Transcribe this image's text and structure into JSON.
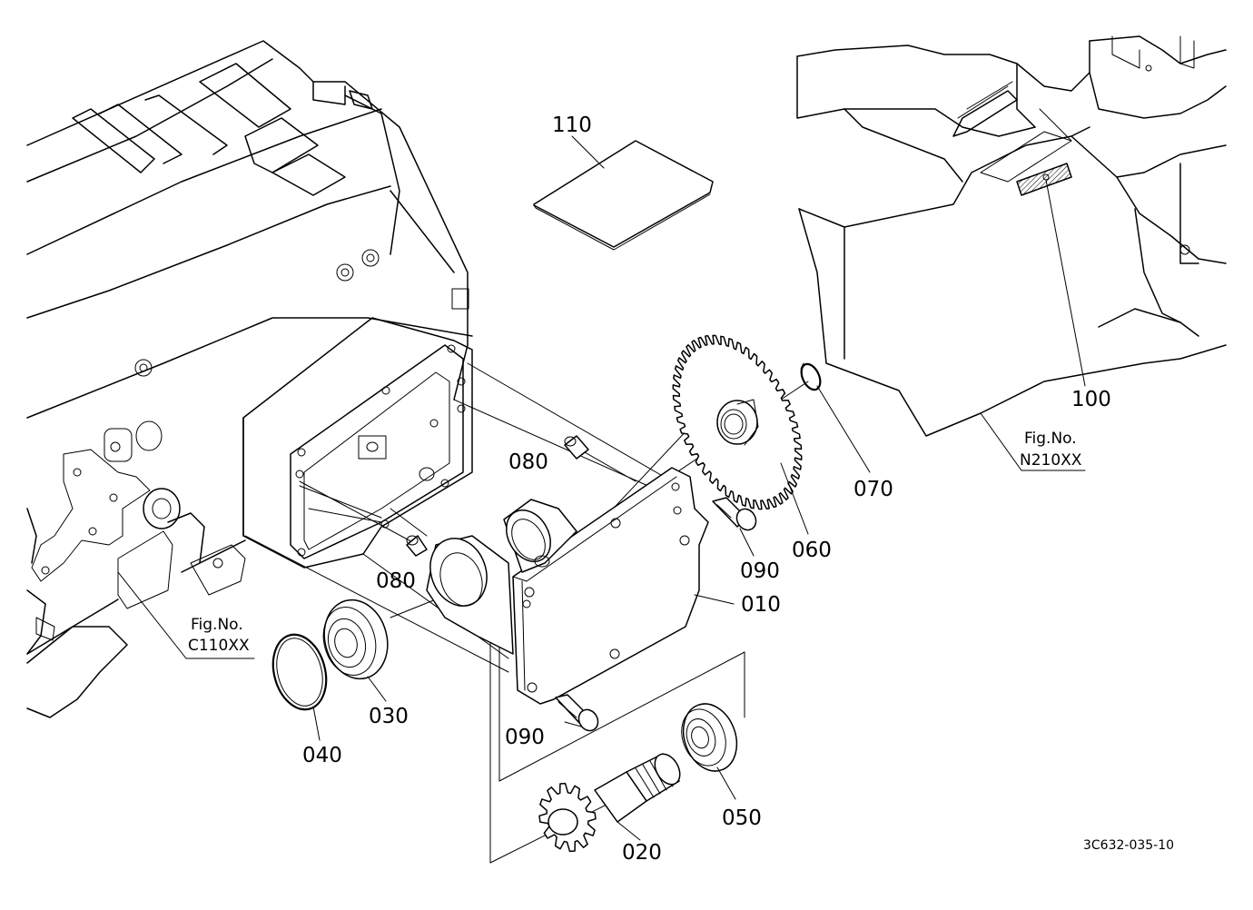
{
  "diagram_code": "3C632-035-10",
  "fig_refs": [
    {
      "title": "Fig.No.",
      "code": "C110XX"
    },
    {
      "title": "Fig.No.",
      "code": "N210XX"
    }
  ],
  "part_labels": {
    "p010": "010",
    "p020": "020",
    "p030": "030",
    "p040": "040",
    "p050": "050",
    "p060": "060",
    "p070": "070",
    "p080a": "080",
    "p080b": "080",
    "p090a": "090",
    "p090b": "090",
    "p100": "100",
    "p110": "110"
  }
}
